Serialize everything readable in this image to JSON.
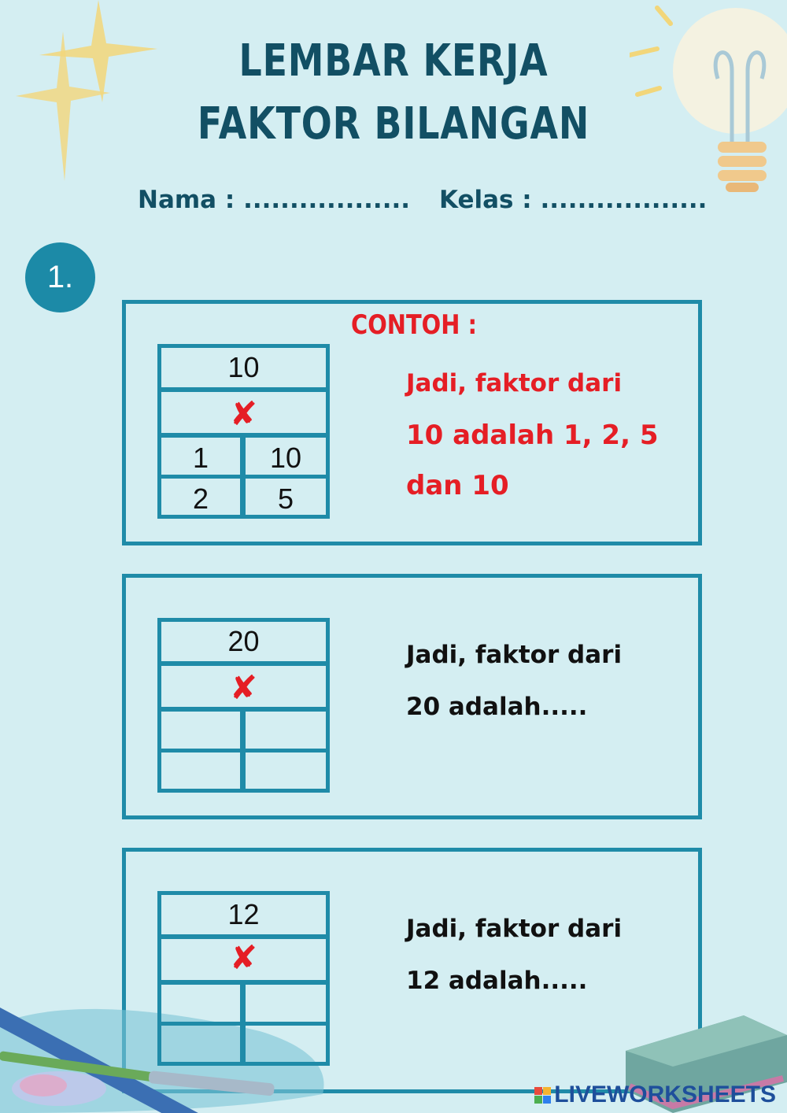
{
  "header": {
    "title_line1": "LEMBAR KERJA",
    "title_line2": "FAKTOR BILANGAN",
    "name_label": "Nama : ..................",
    "class_label": "Kelas : .................."
  },
  "question_number": "1.",
  "example": {
    "label": "CONTOH :",
    "number": "10",
    "cross": "✘",
    "pairs": [
      [
        "1",
        "10"
      ],
      [
        "2",
        "5"
      ]
    ],
    "answer_line1": "Jadi, faktor dari",
    "answer_line2": "10 adalah 1, 2, 5",
    "answer_line3": "dan 10"
  },
  "exercise1": {
    "number": "20",
    "cross": "✘",
    "answer_line1": "Jadi, faktor dari",
    "answer_line2": "20 adalah....."
  },
  "exercise2": {
    "number": "12",
    "cross": "✘",
    "answer_line1": "Jadi, faktor dari",
    "answer_line2": "12  adalah....."
  },
  "footer": {
    "brand": "LIVEWORKSHEETS"
  },
  "colors": {
    "background": "#d4eef2",
    "heading": "#124f64",
    "accent": "#1f8ba8",
    "example_text": "#e51e25",
    "cross": "#e51e25"
  },
  "icons": [
    "sparkle-icon",
    "light-bulb-icon",
    "pencil-icon",
    "eraser-icon",
    "books-icon",
    "liveworksheets-logo-icon"
  ]
}
